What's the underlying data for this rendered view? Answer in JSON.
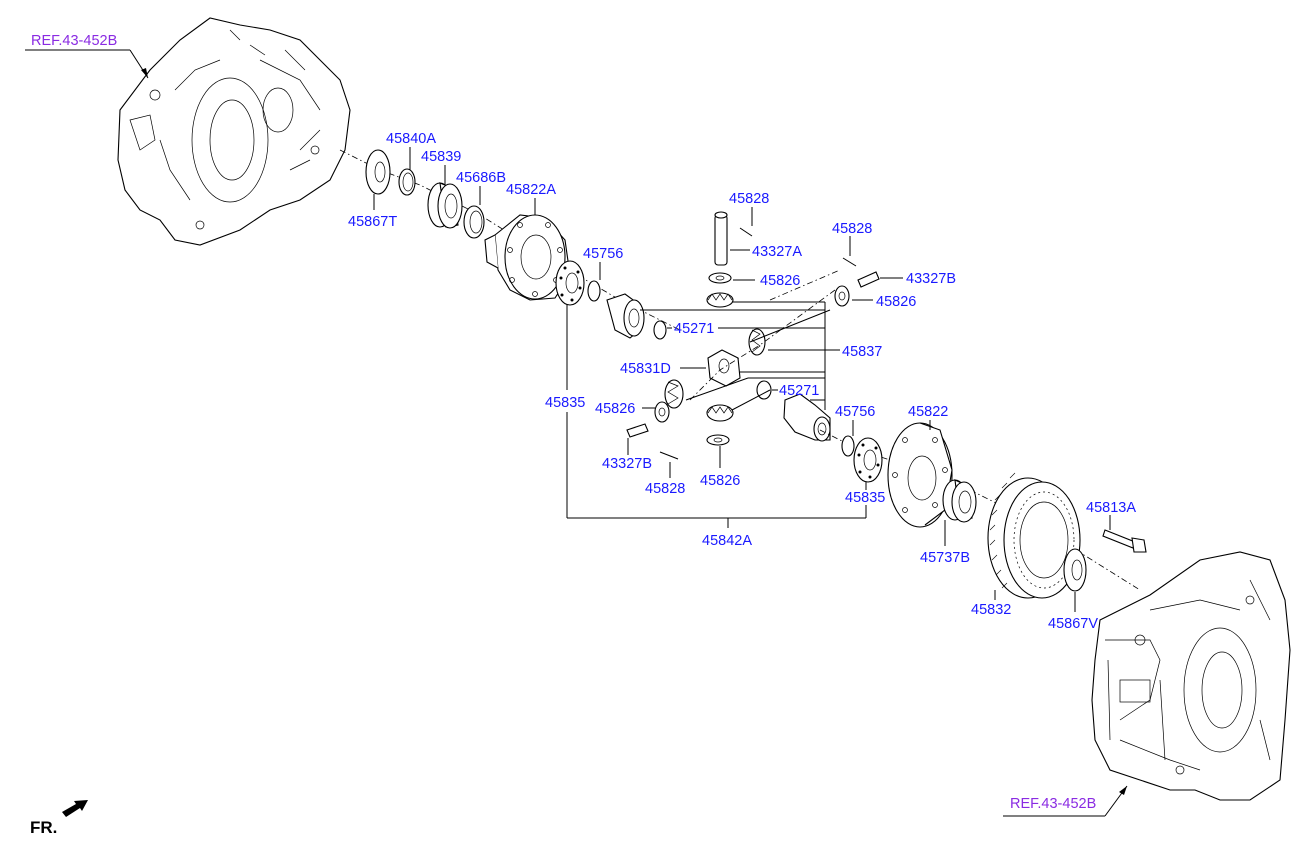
{
  "refs": {
    "top": "REF.43-452B",
    "bottom": "REF.43-452B"
  },
  "direction": {
    "label": "FR.",
    "icon": "arrow-icon"
  },
  "labels": {
    "p45840A": "45840A",
    "p45839": "45839",
    "p45686B": "45686B",
    "p45822A": "45822A",
    "p45867T": "45867T",
    "p45828_a": "45828",
    "p43327A": "43327A",
    "p45828_b": "45828",
    "p43327B_a": "43327B",
    "p45826_a": "45826",
    "p45826_b": "45826",
    "p45756_a": "45756",
    "p45271_a": "45271",
    "p45837": "45837",
    "p45831D": "45831D",
    "p45835_a": "45835",
    "p45826_c": "45826",
    "p45271_b": "45271",
    "p45756_b": "45756",
    "p45822": "45822",
    "p43327B_b": "43327B",
    "p45826_d": "45826",
    "p45828_c": "45828",
    "p45835_b": "45835",
    "p45842A": "45842A",
    "p45813A": "45813A",
    "p45737B": "45737B",
    "p45832": "45832",
    "p45867V": "45867V"
  }
}
